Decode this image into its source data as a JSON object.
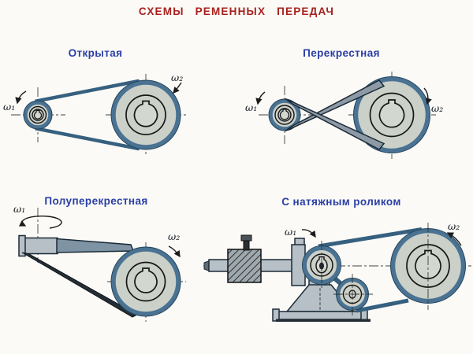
{
  "title": "СХЕМЫ РЕМЕННЫХ ПЕРЕДАЧ",
  "diagrams": [
    {
      "id": "open",
      "label": "Открытая",
      "omega1": "ω₁",
      "omega2": "ω₂"
    },
    {
      "id": "crossed",
      "label": "Перекрестная",
      "omega1": "ω₁",
      "omega2": "ω₂"
    },
    {
      "id": "half-crossed",
      "label": "Полуперекрестная",
      "omega1": "ω₁",
      "omega2": "ω₂"
    },
    {
      "id": "tension-roller",
      "label": "С натяжным роликом",
      "omega1": "ω₁",
      "omega2": "ω₂"
    }
  ],
  "colors": {
    "background": "#fbfaf6",
    "title_red": "#a7211d",
    "label_blue": "#2a3fa6",
    "pulley_rim": "#4a7292",
    "pulley_face": "#cbd0c8",
    "belt": "#36607f",
    "metal": "#b6c0c6"
  }
}
